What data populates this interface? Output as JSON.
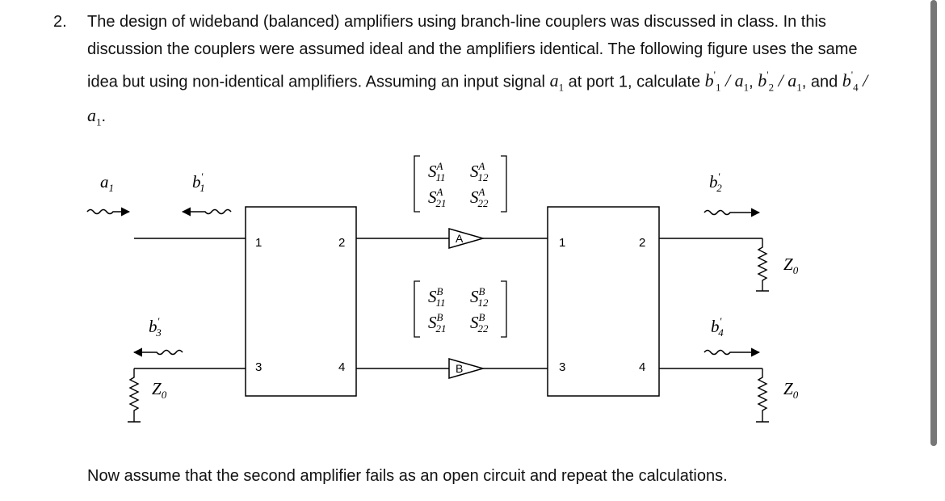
{
  "problem": {
    "number": "2.",
    "text_1": "The design of wideband (balanced) amplifiers using branch-line couplers was discussed in class. In this discussion the couplers were assumed ideal and the amplifiers identical. The following figure uses the same idea but using non-identical amplifiers. Assuming an input signal",
    "text_2": "at port 1, calculate",
    "text_3": ", and",
    "sep_1": ",",
    "sep_2": ".",
    "slash": "/"
  },
  "note": "Now assume that the second amplifier fails as an open circuit and repeat the calculations.",
  "symbols": {
    "a": "a",
    "b": "b",
    "Z": "Z",
    "S": "S",
    "sub_1": "1",
    "sub_2": "2",
    "sub_3": "3",
    "sub_4": "4",
    "sub_0": "0",
    "prime": "'",
    "sub_11": "11",
    "sub_12": "12",
    "sub_21": "21",
    "sub_22": "22",
    "sup_A": "A",
    "sup_B": "B"
  },
  "ports": {
    "p1": "1",
    "p2": "2",
    "p3": "3",
    "p4": "4"
  },
  "amplifiers": {
    "a": "A",
    "b": "B"
  }
}
